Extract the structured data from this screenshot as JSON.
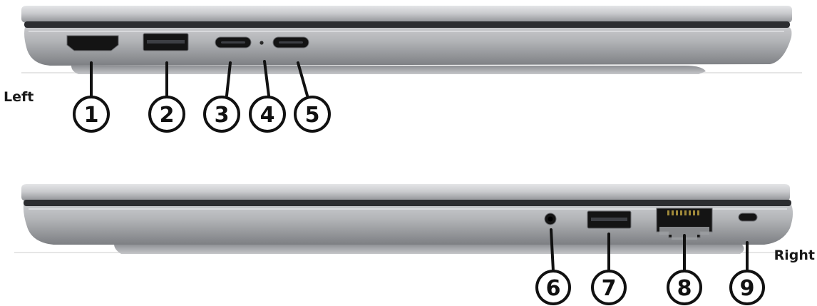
{
  "views": {
    "left": {
      "label": "Left"
    },
    "right": {
      "label": "Right"
    }
  },
  "callouts": [
    "1",
    "2",
    "3",
    "4",
    "5",
    "6",
    "7",
    "8",
    "9"
  ],
  "colors": {
    "chassis_light": "#d9dadc",
    "chassis_mid": "#a9abaf",
    "chassis_dark": "#55575b",
    "port_black": "#141414",
    "ink": "#111111"
  },
  "icons": {
    "port_1": "hdmi-port-icon",
    "port_2": "usb-a-port-icon",
    "port_3": "usb-c-port-icon",
    "port_4": "led-indicator-icon",
    "port_5": "usb-c-port-icon",
    "port_6": "audio-jack-icon",
    "port_7": "usb-a-port-icon",
    "port_8": "rj45-ethernet-port-icon",
    "port_9": "security-lock-slot-icon"
  }
}
